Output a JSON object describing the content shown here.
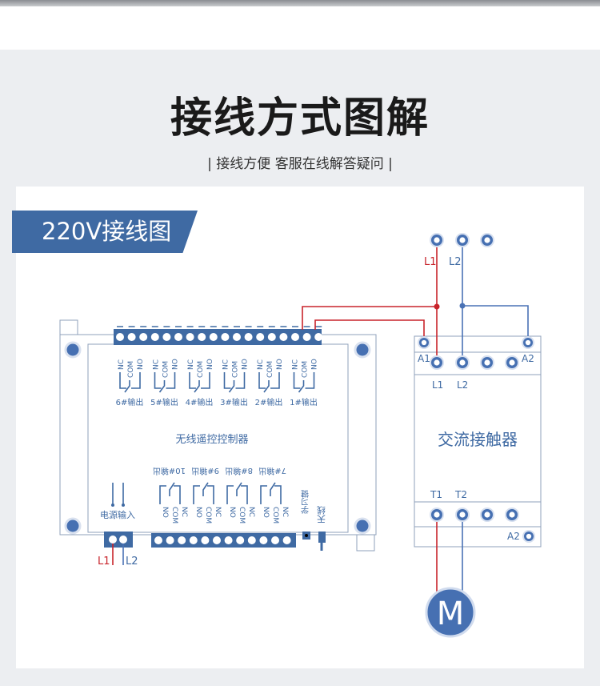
{
  "title": "接线方式图解",
  "subtitle": "|  接线方便 客服在线解答疑问  |",
  "banner": "220V接线图",
  "controller": {
    "name": "无线遥控控制器",
    "top_outputs": [
      "6#输出",
      "5#输出",
      "4#输出",
      "3#输出",
      "2#输出",
      "1#输出"
    ],
    "bottom_outputs": [
      "10#输出",
      "9#输出",
      "8#输出",
      "7#输出"
    ],
    "contact_labels": [
      "NC",
      "COM",
      "NO"
    ],
    "power_label": "电源输入",
    "learn_key": "学习键",
    "antenna": "天线",
    "L1": "L1",
    "L2": "L2"
  },
  "contactor": {
    "name": "交流接触器",
    "A1": "A1",
    "A2": "A2",
    "L1": "L1",
    "L2": "L2",
    "T1": "T1",
    "T2": "T2",
    "A2b": "A2"
  },
  "supply": {
    "L1": "L1",
    "L2": "L2"
  },
  "motor": "M",
  "colors": {
    "blue": "#3f6aa3",
    "red": "#c8242b",
    "line_blue": "#4a72b5"
  }
}
